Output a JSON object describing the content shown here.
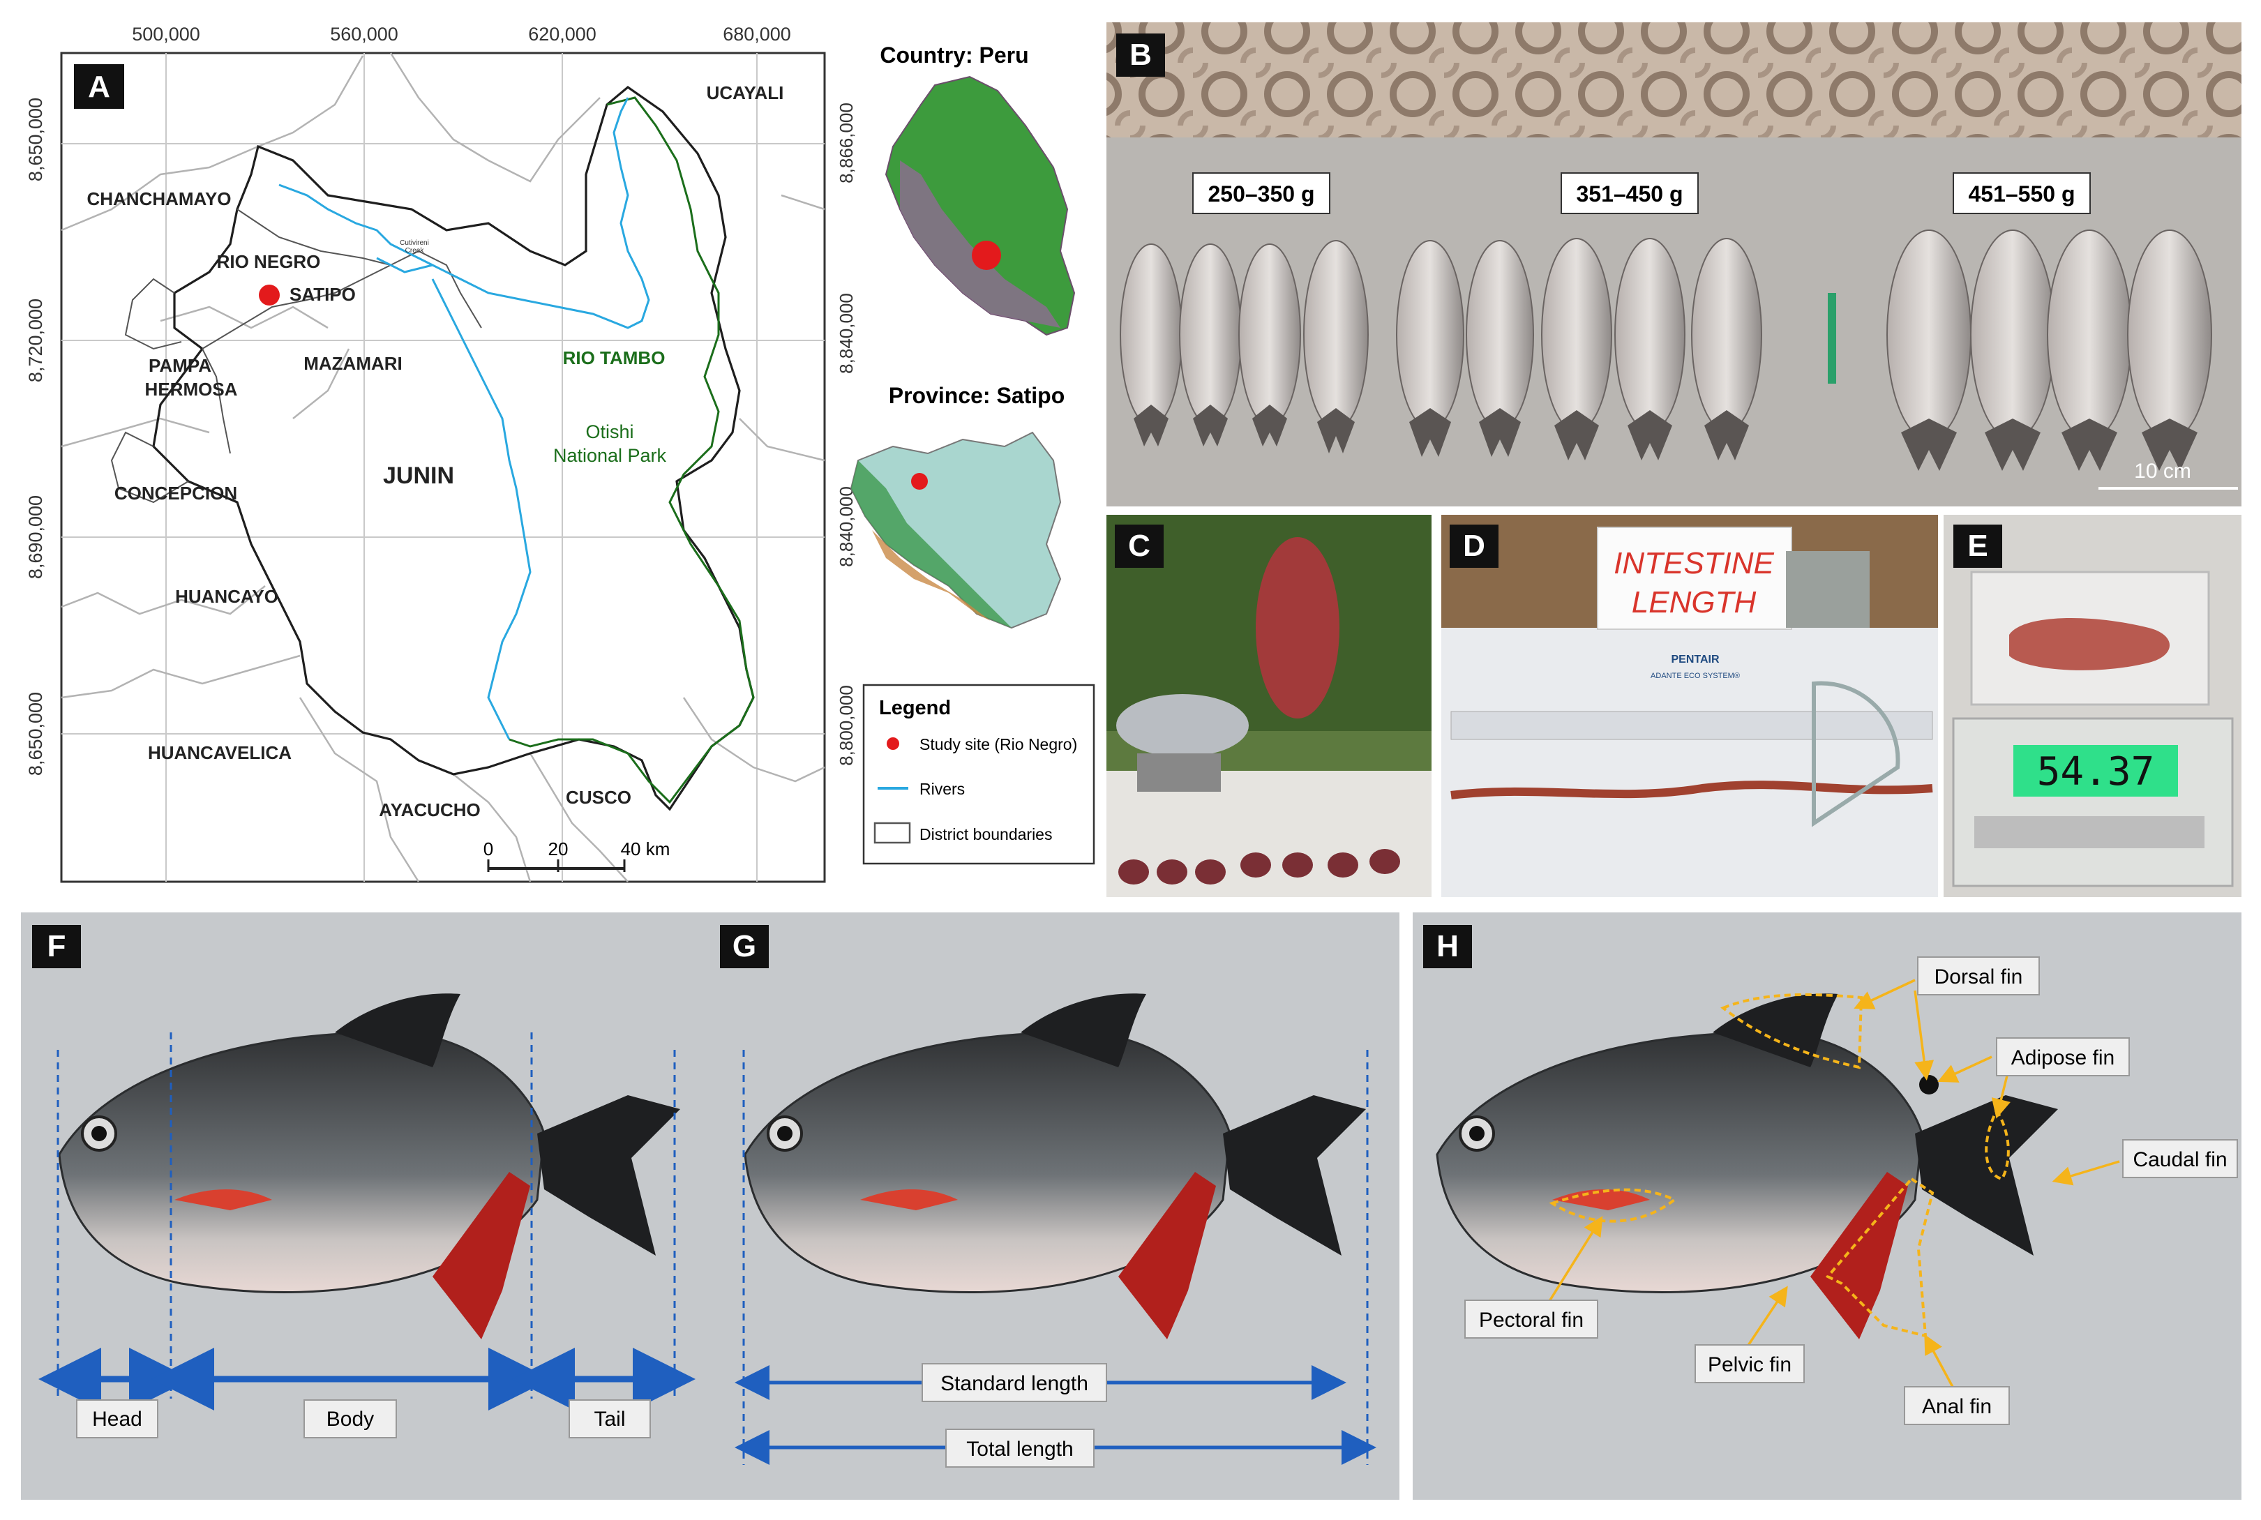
{
  "panels": {
    "A": "A",
    "B": "B",
    "C": "C",
    "D": "D",
    "E": "E",
    "F": "F",
    "G": "G",
    "H": "H"
  },
  "map": {
    "x_ticks": [
      "500,000",
      "560,000",
      "620,000",
      "680,000"
    ],
    "y_ticks": [
      "8,650,000",
      "8,720,000",
      "8,690,000",
      "8,650,000"
    ],
    "regions": {
      "ucayali": "UCAYALI",
      "chanchamayo": "CHANCHAMAYO",
      "rio_negro": "RIO NEGRO",
      "satipo": "SATIPO",
      "pampa": "PAMPA",
      "hermosa": "HERMOSA",
      "mazamari": "MAZAMARI",
      "rio_tambo": "RIO TAMBO",
      "otishi1": "Otishi",
      "otishi2": "National Park",
      "junin": "JUNIN",
      "concepcion": "CONCEPCION",
      "huancayo": "HUANCAYO",
      "huancavelica": "HUANCAVELICA",
      "ayacucho": "AYACUCHO",
      "cusco": "CUSCO",
      "small1": "Cutivireni",
      "small2": "Creek"
    },
    "scale": {
      "s0": "0",
      "s20": "20",
      "s40": "40 km"
    },
    "colors": {
      "river": "#29a8e0",
      "park": "#1b6e1b",
      "study_site": "#e31a1c"
    }
  },
  "insets": {
    "country_title": "Country: Peru",
    "province_title": "Province: Satipo",
    "y_ticks_top": [
      "8,866,000",
      "8,840,000"
    ],
    "y_ticks_bottom": [
      "8,840,000",
      "8,800,000"
    ]
  },
  "legend": {
    "title": "Legend",
    "items": [
      "Study site (Rio Negro)",
      "Rivers",
      "District boundaries"
    ]
  },
  "photo_b": {
    "groups": [
      "250–350 g",
      "351–450 g",
      "451–550 g"
    ],
    "scale": "10 cm"
  },
  "photo_d": {
    "sign1": "INTESTINE",
    "sign2": "LENGTH",
    "brand": "PENTAIR",
    "sub": "ADANTE ECO SYSTEM®"
  },
  "photo_e": {
    "reading": "54.37"
  },
  "panel_f": {
    "labels": [
      "Head",
      "Body",
      "Tail"
    ]
  },
  "panel_g": {
    "labels": [
      "Standard length",
      "Total length"
    ]
  },
  "panel_h": {
    "labels": [
      "Dorsal fin",
      "Adipose fin",
      "Caudal fin",
      "Pectoral fin",
      "Pelvic fin",
      "Anal fin"
    ]
  }
}
